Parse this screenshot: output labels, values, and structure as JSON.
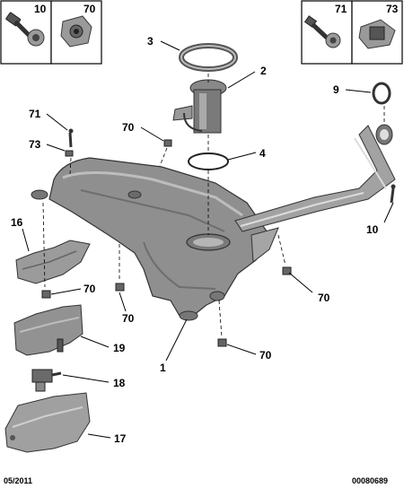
{
  "boxes": [
    {
      "id": "10",
      "label": "10"
    },
    {
      "id": "70",
      "label": "70"
    },
    {
      "id": "71",
      "label": "71"
    },
    {
      "id": "73",
      "label": "73"
    }
  ],
  "callouts": {
    "c3": "3",
    "c2": "2",
    "c4": "4",
    "c9": "9",
    "c71": "71",
    "c73": "73",
    "c70a": "70",
    "c16": "16",
    "c10": "10",
    "c70b": "70",
    "c70c": "70",
    "c70d": "70",
    "c70e": "70",
    "c19": "19",
    "c18": "18",
    "c17": "17",
    "c1": "1"
  },
  "footer": {
    "date": "05/2011",
    "reference": "00080689"
  }
}
